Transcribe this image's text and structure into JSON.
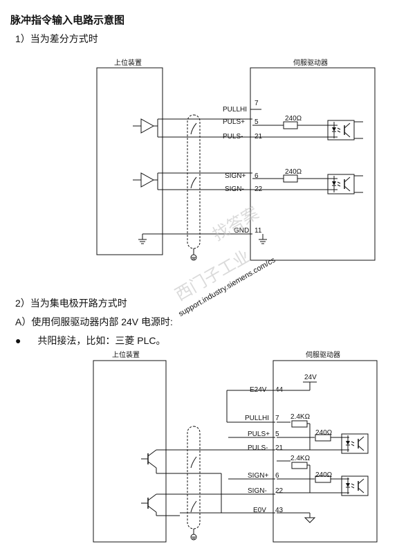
{
  "title": "脉冲指令输入电路示意图",
  "section1": {
    "heading": "1）当为差分方式时"
  },
  "section2": {
    "heading": "2）当为集电极开路方式时",
    "subheading": "A）使用伺服驱动器内部 24V 电源时:",
    "bullet": "共阳接法，比如：三菱 PLC。"
  },
  "diagram1": {
    "left_box": "上位装置",
    "right_box": "伺服驱动器",
    "pins": [
      {
        "name": "PULLHI",
        "number": "7"
      },
      {
        "name": "PULS+",
        "number": "5"
      },
      {
        "name": "PULS-",
        "number": "21"
      },
      {
        "name": "SIGN+",
        "number": "6"
      },
      {
        "name": "SIGN-",
        "number": "22"
      },
      {
        "name": "GND",
        "number": "11"
      }
    ],
    "resistor1": "240Ω",
    "resistor2": "240Ω"
  },
  "diagram2": {
    "left_box": "上位装置",
    "right_box": "伺服驱动器",
    "supply": "24V",
    "pins": [
      {
        "name": "E24V",
        "number": "44"
      },
      {
        "name": "PULLHI",
        "number": "7"
      },
      {
        "name": "PULS+",
        "number": "5"
      },
      {
        "name": "PULS-",
        "number": "21"
      },
      {
        "name": "SIGN+",
        "number": "6"
      },
      {
        "name": "SIGN-",
        "number": "22"
      },
      {
        "name": "E0V",
        "number": "43"
      }
    ],
    "pullup1": "2.4KΩ",
    "res1": "240Ω",
    "pullup2": "2.4KΩ",
    "res2": "240Ω"
  },
  "watermark": [
    "西门子工业",
    "找答案",
    "support.industry.siemens.com/cs"
  ]
}
